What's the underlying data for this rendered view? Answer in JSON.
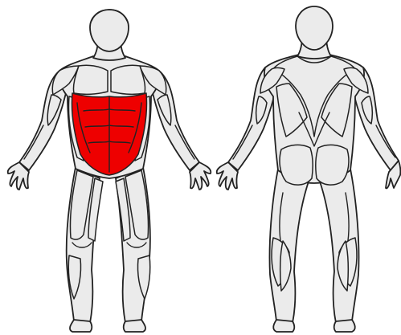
{
  "diagram": {
    "views": [
      {
        "id": "front",
        "name": "front-view"
      },
      {
        "id": "back",
        "name": "back-view"
      }
    ],
    "highlighted_muscle_group": "abdominals",
    "colors": {
      "highlight": "#ee0000",
      "body_fill": "#ebebeb",
      "outline": "#222222",
      "background": "#ffffff"
    }
  }
}
